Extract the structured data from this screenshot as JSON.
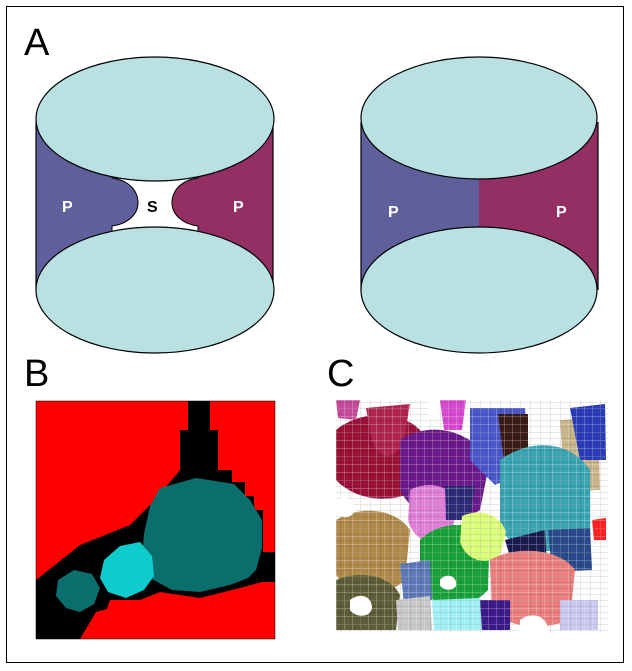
{
  "panels": {
    "a": {
      "label": "A"
    },
    "b": {
      "label": "B"
    },
    "c": {
      "label": "C"
    }
  },
  "cylinder_left": {
    "left_phase": "P",
    "middle_phase": "S",
    "right_phase": "P"
  },
  "cylinder_right": {
    "left_phase": "P",
    "right_phase": "P"
  },
  "colors": {
    "cap": "#b9e1e1",
    "phase_left": "#5f5f9c",
    "phase_right": "#932f62",
    "grid_background": "#ff0000",
    "grid_boundary": "#000000",
    "grid_grain_large": "#0a6e6c",
    "grid_grain_small": "#0ecccc"
  }
}
